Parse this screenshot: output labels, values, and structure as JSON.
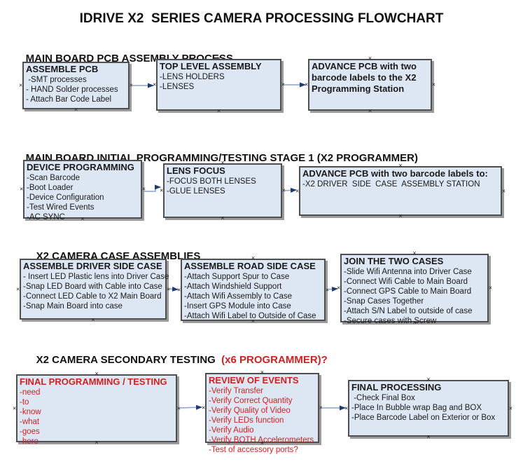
{
  "title": "IDRIVE X2  SERIES CAMERA PROCESSING FLOWCHART",
  "colors": {
    "box_fill": "#dde7f3",
    "box_border": "#4f4f4f",
    "box_shadow": "#9b9b9b",
    "connector_line": "#8ba3c7",
    "arrowhead": "#1f3b73",
    "red_text": "#cd2222",
    "black_text": "#1a1a1a"
  },
  "sections": [
    {
      "heading": "MAIN BOARD PCB ASSEMBLY PROCESS",
      "boxes": [
        {
          "title": "ASSEMBLE PCB",
          "items": [
            " -SMT processes",
            "- HAND Solder processes",
            "- Attach Bar Code Label"
          ]
        },
        {
          "title": "TOP LEVEL ASSEMBLY",
          "items": [
            "-LENS HOLDERS",
            "-LENSES"
          ]
        },
        {
          "title": "ADVANCE PCB with two barcode labels to the  X2 Programming Station",
          "items": []
        }
      ]
    },
    {
      "heading": "MAIN BOARD INITIAL PROGRAMMING/TESTING STAGE 1 (X2 PROGRAMMER)",
      "boxes": [
        {
          "title": "DEVICE PROGRAMMING",
          "items": [
            "-Scan Barcode",
            "-Boot Loader",
            "-Device Configuration",
            "-Test Wired Events",
            "-AC SYNC"
          ]
        },
        {
          "title": "LENS FOCUS",
          "items": [
            "-FOCUS BOTH LENSES",
            "-GLUE LENSES"
          ]
        },
        {
          "title": "ADVANCE PCB with two barcode labels to:",
          "items": [
            "-X2 DRIVER  SIDE  CASE  ASSEMBLY STATION"
          ]
        }
      ]
    },
    {
      "heading": "X2 CAMERA CASE ASSEMBLIES",
      "boxes": [
        {
          "title": "ASSEMBLE DRIVER SIDE CASE",
          "items": [
            "- Insert LED Plastic lens into Driver Case",
            "-Snap LED Board with Cable into Case",
            "-Connect LED Cable to X2 Main Board",
            "-Snap Main Board into case"
          ]
        },
        {
          "title": "ASSEMBLE ROAD SIDE CASE",
          "items": [
            "-Attach Support Spur to Case",
            "-Attach Windshield Support",
            "-Attach Wifi Assembly to Case",
            "-Insert GPS Module into Case",
            "-Attach Wifi Label to Outside of Case"
          ]
        },
        {
          "title": "JOIN THE TWO CASES",
          "items": [
            "-Slide Wifi Antenna into Driver Case",
            "-Connect Wifi Cable to Main Board",
            "-Connect GPS Cable to Main Board",
            "-Snap Cases Together",
            "-Attach S/N Label to outside of case",
            "-Secure cases with Screw"
          ]
        }
      ]
    },
    {
      "heading": "X2 CAMERA SECONDARY TESTING ",
      "heading_red": " (x6 PROGRAMMER)?",
      "boxes": [
        {
          "title": "FINAL PROGRAMMING / TESTING",
          "red": true,
          "items": [
            "-need",
            "-to",
            "-know",
            "-what",
            "-goes",
            "-here"
          ]
        },
        {
          "title": "REVIEW OF EVENTS",
          "red": true,
          "items": [
            "-Verify Transfer",
            "-Verify Correct Quantity",
            "-Verify Quality of Video",
            "-Verify LEDs function",
            "-Verify Audio",
            "-Verify BOTH Accelerometers",
            "-Test of accessory ports?"
          ]
        },
        {
          "title": "FINAL PROCESSING",
          "items": [
            " -Check Final Box",
            "-Place In Bubble wrap Bag and BOX",
            "-Place Barcode Label on Exterior or Box"
          ]
        }
      ]
    }
  ]
}
